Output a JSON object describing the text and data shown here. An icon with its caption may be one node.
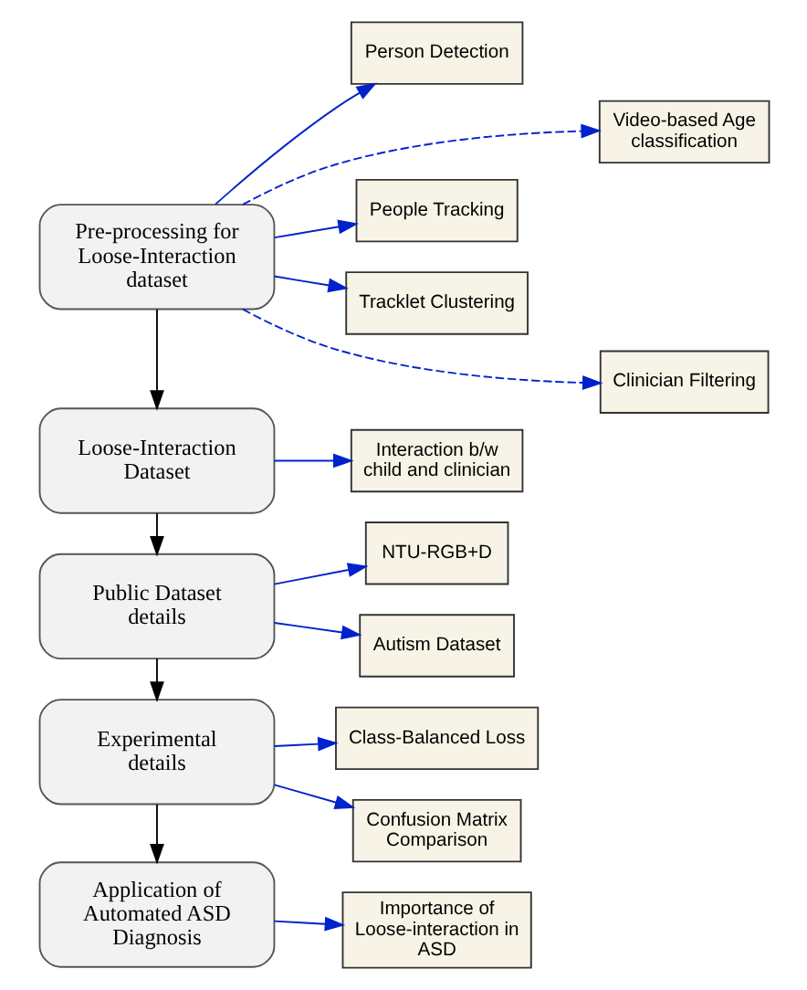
{
  "diagram": {
    "nodes": [
      {
        "text": [
          "Pre-processing for Loose-Interaction dataset"
        ]
      },
      {
        "text": [
          "Person Detection"
        ]
      },
      {
        "text": [
          "Video-based Age classification"
        ]
      },
      {
        "text": [
          "People Tracking"
        ]
      },
      {
        "text": [
          "Tracklet Clustering"
        ]
      },
      {
        "text": [
          "Clinician Filtering"
        ]
      },
      {
        "text": [
          "Loose-Interaction Dataset"
        ]
      },
      {
        "text": [
          "Interaction b/w child and clinician"
        ]
      },
      {
        "text": [
          "Public Dataset details"
        ]
      },
      {
        "text": [
          "NTU-RGB+D"
        ]
      },
      {
        "text": [
          "Autism Dataset"
        ]
      },
      {
        "text": [
          "Experimental details"
        ]
      },
      {
        "text": [
          "Class-Balanced Loss"
        ]
      },
      {
        "text": [
          "Confusion Matrix Comparison"
        ]
      },
      {
        "text": [
          "Application of Automated ASD Diagnosis"
        ]
      },
      {
        "text": [
          "Importance of Loose-interaction in ASD"
        ]
      }
    ],
    "edges": [
      {
        "from": 0,
        "to": 1,
        "arrow": "to"
      },
      {
        "from": 0,
        "to": 3,
        "arrow": "to"
      },
      {
        "from": 0,
        "to": 4,
        "arrow": "to"
      },
      {
        "from": 0,
        "to": 2,
        "arrow": "to",
        "style": "dashed"
      },
      {
        "from": 0,
        "to": 5,
        "arrow": "to",
        "style": "dashed"
      },
      {
        "from": 0,
        "to": 6,
        "arrow": "to",
        "color": "#000000"
      },
      {
        "from": 6,
        "to": 7,
        "arrow": "to"
      },
      {
        "from": 6,
        "to": 8,
        "arrow": "to",
        "color": "#000000"
      },
      {
        "from": 8,
        "to": 9,
        "arrow": "to"
      },
      {
        "from": 8,
        "to": 10,
        "arrow": "to"
      },
      {
        "from": 8,
        "to": 11,
        "arrow": "to",
        "color": "#000000"
      },
      {
        "from": 11,
        "to": 12,
        "arrow": "to"
      },
      {
        "from": 11,
        "to": 13,
        "arrow": "to"
      },
      {
        "from": 11,
        "to": 14,
        "arrow": "to",
        "color": "#000000"
      },
      {
        "from": 14,
        "to": 15,
        "arrow": "to"
      }
    ]
  }
}
